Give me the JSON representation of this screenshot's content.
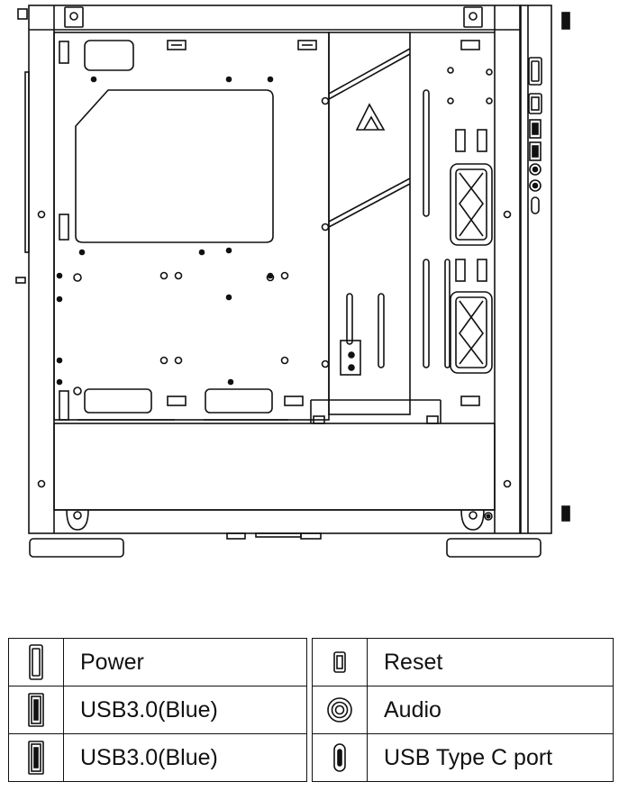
{
  "legend": {
    "left": [
      {
        "icon": "power-button-icon",
        "label": "Power"
      },
      {
        "icon": "usb3-port-icon",
        "label": "USB3.0(Blue)"
      },
      {
        "icon": "usb3-port-icon",
        "label": "USB3.0(Blue)"
      }
    ],
    "right": [
      {
        "icon": "reset-button-icon",
        "label": "Reset"
      },
      {
        "icon": "audio-jack-icon",
        "label": "Audio"
      },
      {
        "icon": "usb-type-c-icon",
        "label": "USB Type C port"
      }
    ]
  }
}
